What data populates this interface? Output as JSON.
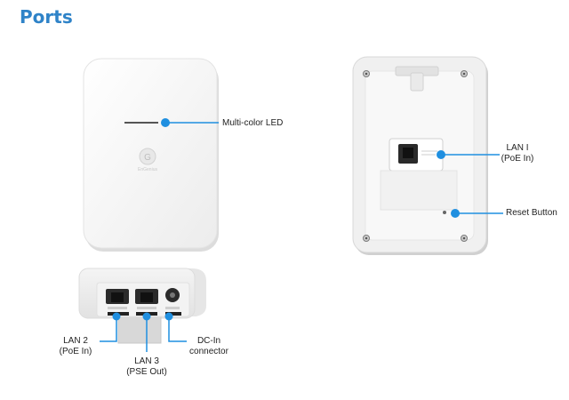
{
  "page": {
    "title": "Ports"
  },
  "front_device": {
    "logo_text": "EnGenius",
    "callouts": {
      "led": "Multi-color LED"
    }
  },
  "rear_device": {
    "callouts": {
      "lan1_line1": "LAN I",
      "lan1_line2": "(PoE In)",
      "reset": "Reset Button"
    }
  },
  "bottom_device": {
    "callouts": {
      "lan2_line1": "LAN 2",
      "lan2_line2": "(PoE In)",
      "lan3_line1": "LAN 3",
      "lan3_line2": "(PSE Out)",
      "dcin_line1": "DC-In",
      "dcin_line2": "connector"
    }
  },
  "colors": {
    "accent": "#2f83c8",
    "callout": "#1f8fe0"
  }
}
